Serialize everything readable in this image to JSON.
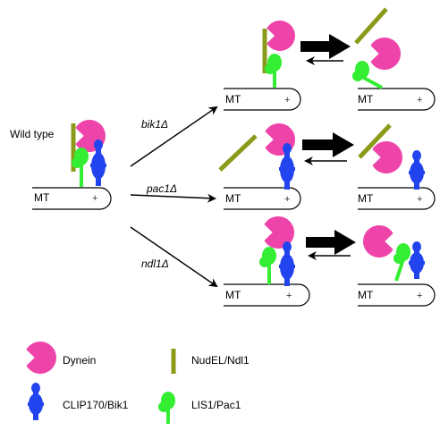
{
  "colors": {
    "dynein": "#ee44aa",
    "clip170": "#2244ee",
    "lis1": "#33ee33",
    "nudel": "#8c9a1a",
    "arrow": "#000000"
  },
  "wild_type_label": "Wild type",
  "mt_label": "MT",
  "plus_label": "+",
  "mutants": {
    "bik1": "bik1Δ",
    "pac1": "pac1Δ",
    "ndl1": "ndl1Δ"
  },
  "legend": {
    "dynein": "Dynein",
    "nudel": "NudEL/Ndl1",
    "clip170": "CLIP170/Bik1",
    "lis1": "LIS1/Pac1"
  }
}
